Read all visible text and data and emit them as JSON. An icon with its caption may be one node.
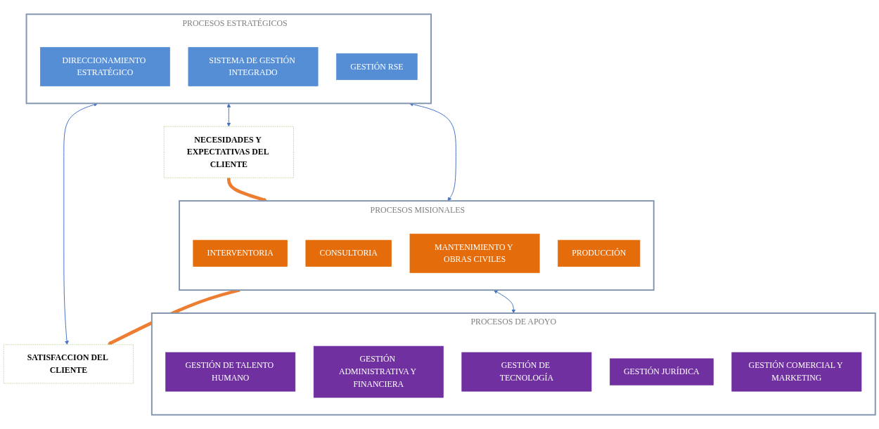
{
  "diagram": {
    "nodes": [
      {
        "text": [
          "NECESIDADES Y EXPECTATIVAS DEL CLIENTE"
        ]
      },
      {
        "text": [
          "PROCESOS ESTRATÉGICOS"
        ]
      },
      {
        "text": [
          "DIRECCIONAMIENTO ESTRATÉGICO"
        ],
        "in": 1
      },
      {
        "text": [
          "SISTEMA DE GESTIÓN INTEGRADO"
        ],
        "in": 1
      },
      {
        "text": [
          "GESTIÓN RSE"
        ],
        "in": 1
      },
      {
        "text": [
          "PROCESOS MISIONALES"
        ]
      },
      {
        "text": [
          "INTERVENTORIA"
        ],
        "in": 5
      },
      {
        "text": [
          "CONSULTORIA"
        ],
        "in": 5
      },
      {
        "text": [
          "MANTENIMIENTO Y OBRAS CIVILES"
        ],
        "in": 5
      },
      {
        "text": [
          "PRODUCCIÓN"
        ],
        "in": 5
      },
      {
        "text": [
          "PROCESOS DE APOYO"
        ]
      },
      {
        "text": [
          "GESTIÓN DE TALENTO HUMANO"
        ],
        "in": 10
      },
      {
        "text": [
          "GESTIÓN ADMINISTRATIVA Y FINANCIERA"
        ],
        "in": 10
      },
      {
        "text": [
          "GESTIÓN DE TECNOLOGÍA"
        ],
        "in": 10
      },
      {
        "text": [
          "GESTIÓN JURÍDICA"
        ],
        "in": 10
      },
      {
        "text": [
          "GESTIÓN COMERCIAL Y MARKETING"
        ],
        "in": 10
      },
      {
        "text": [
          "SATISFACCION DEL CLIENTE"
        ]
      }
    ],
    "edges": [
      {
        "from": 1,
        "to": 0,
        "arrow": "both"
      },
      {
        "from": 1,
        "to": 16,
        "arrow": "both"
      },
      {
        "from": 0,
        "to": 5,
        "arrow": "to",
        "style": "thick",
        "color": "#ed7d31"
      },
      {
        "from": 5,
        "to": 16,
        "arrow": "to",
        "style": "thick",
        "color": "#ed7d31"
      },
      {
        "from": 1,
        "to": 5,
        "arrow": "both"
      },
      {
        "from": 5,
        "to": 10,
        "arrow": "both"
      }
    ]
  }
}
